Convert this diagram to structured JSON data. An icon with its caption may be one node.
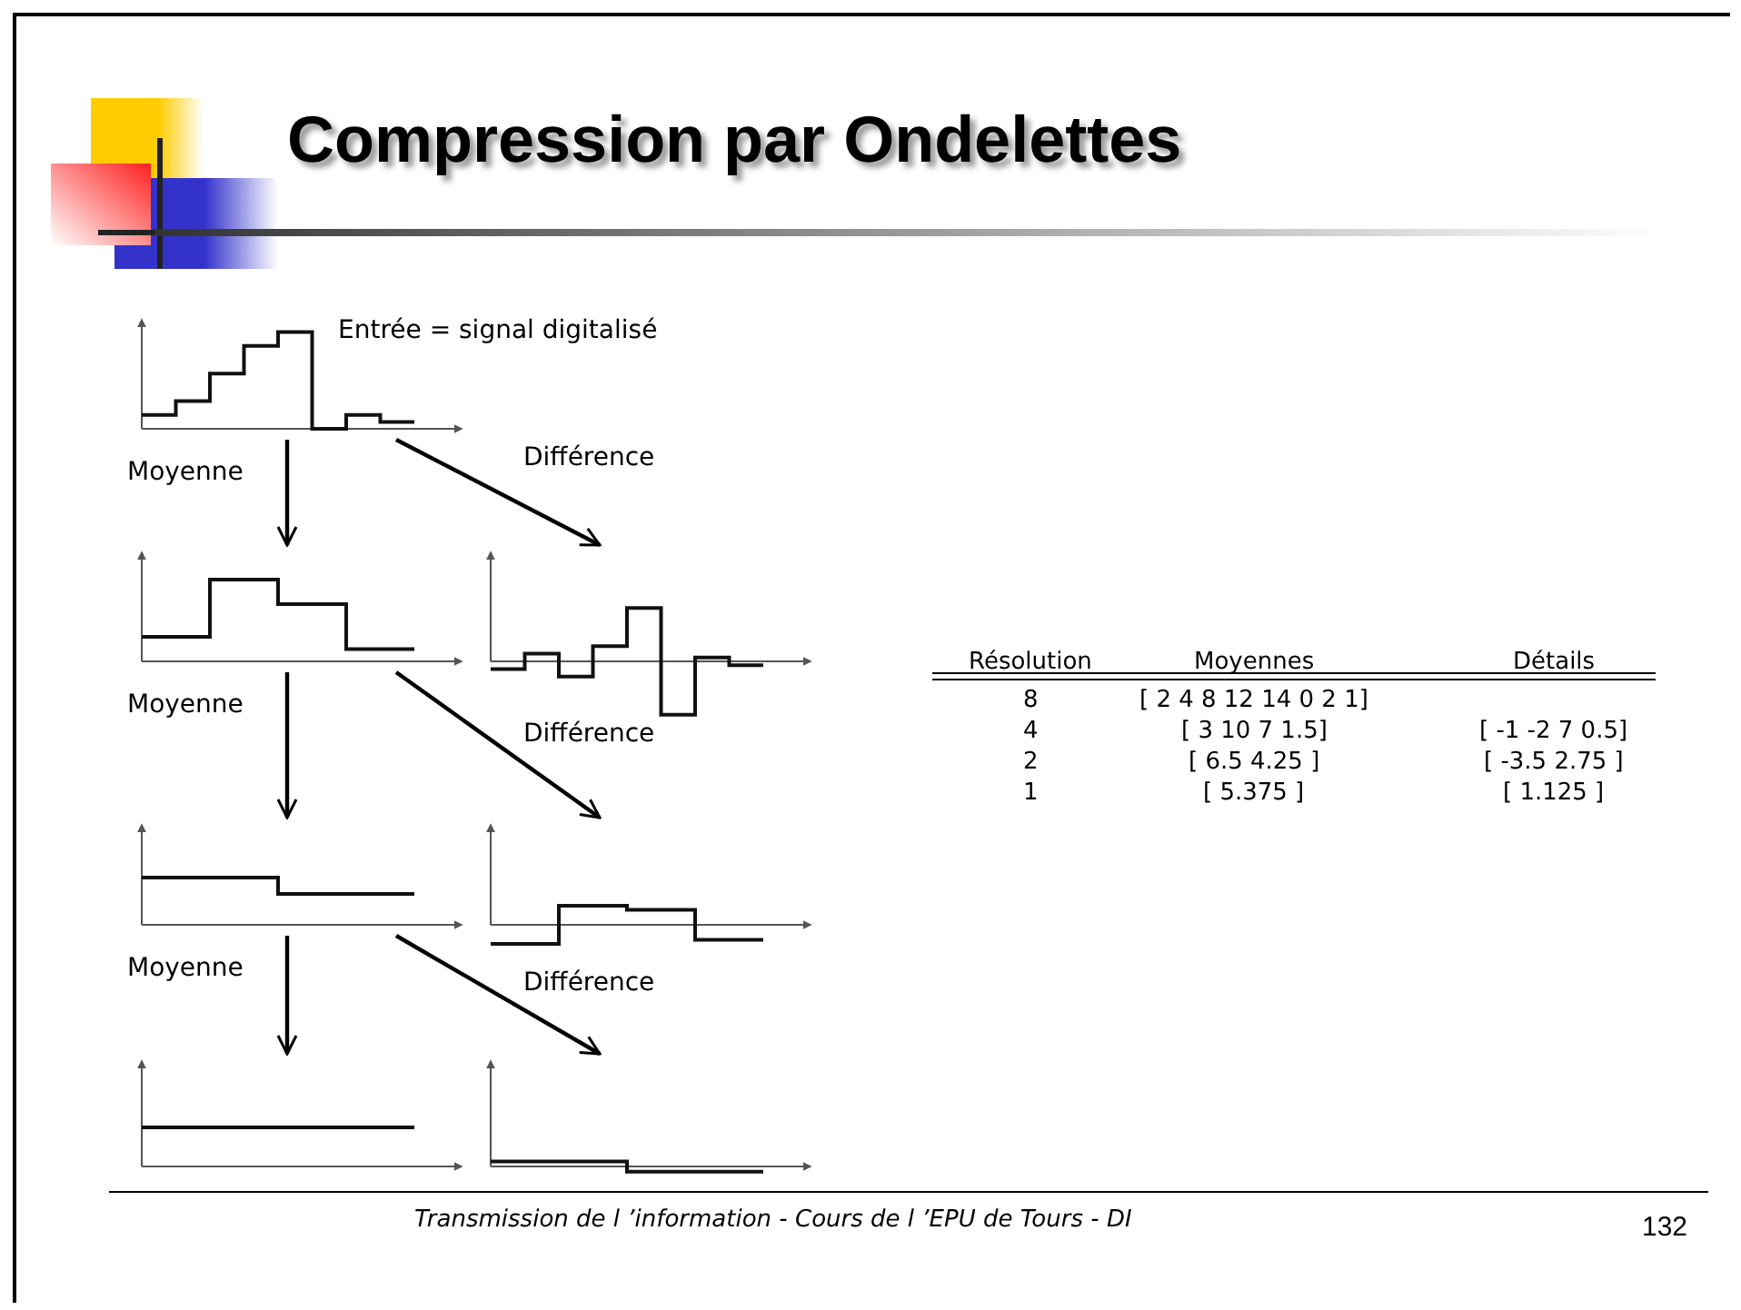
{
  "diagram": {
    "title": "Compression par Ondelettes",
    "caption": "Transmission de l ’information - Cours de l ’EPU de Tours - DI",
    "nodes": [
      {
        "text": [],
        "shape": "picture",
        "beside": [
          "Entrée = signal digitalisé"
        ]
      },
      {
        "text": [],
        "shape": "picture"
      },
      {
        "text": [],
        "shape": "picture"
      },
      {
        "text": [],
        "shape": "picture"
      },
      {
        "text": [],
        "shape": "picture"
      },
      {
        "text": [],
        "shape": "picture"
      },
      {
        "text": [],
        "shape": "picture"
      }
    ],
    "edges": [
      {
        "from": 0,
        "to": 1,
        "arrow": "to",
        "label": "Moyenne"
      },
      {
        "from": 0,
        "to": 2,
        "arrow": "to",
        "label": "Différence"
      },
      {
        "from": 1,
        "to": 3,
        "arrow": "to",
        "label": "Moyenne"
      },
      {
        "from": 1,
        "to": 4,
        "arrow": "to",
        "label": "Différence"
      },
      {
        "from": 3,
        "to": 5,
        "arrow": "to",
        "label": "Moyenne"
      },
      {
        "from": 3,
        "to": 6,
        "arrow": "to",
        "label": "Différence"
      }
    ],
    "labels": [
      "Résolution",
      "Moyennes",
      "Détails",
      "8",
      "[ 2 4 8 12 14 0 2 1]",
      "4",
      "[ 3 10 7 1.5]",
      "[ -1 -2 7 0.5]",
      "2",
      "[ 6.5 4.25 ]",
      "[ -3.5 2.75 ]",
      "1",
      "[ 5.375 ]",
      "[ 1.125 ]",
      "132"
    ]
  }
}
